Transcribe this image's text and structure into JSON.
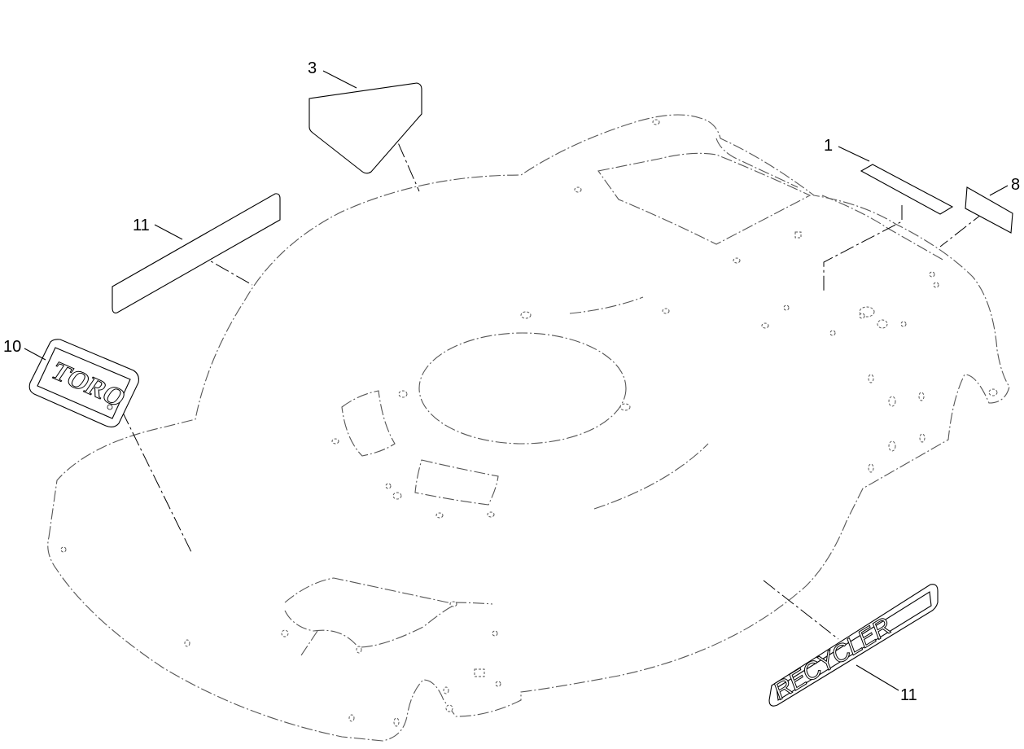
{
  "callouts": {
    "c1": "1",
    "c3": "3",
    "c8": "8",
    "c10": "10",
    "c11_upper": "11",
    "c11_lower": "11"
  },
  "decals": {
    "toro_logo_text": "TORO",
    "recycler_logo_text": "RECYCLER"
  },
  "colors": {
    "line": "#000000",
    "phantom": "#555555",
    "background": "#ffffff"
  }
}
